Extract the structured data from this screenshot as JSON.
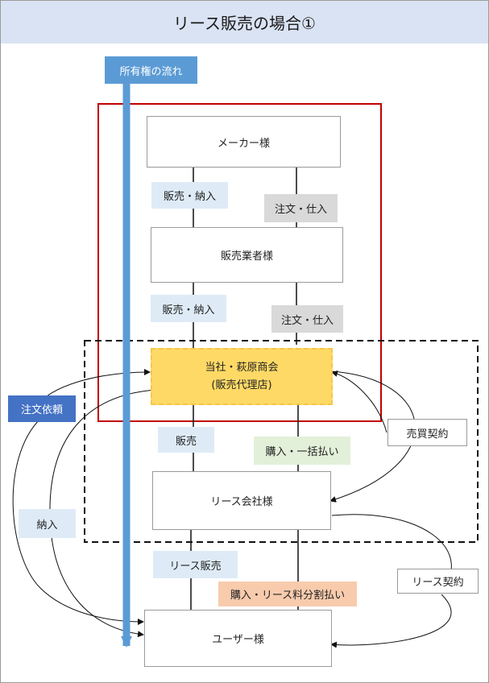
{
  "title": "リース販売の場合①",
  "colors": {
    "header_bg": "#dae3f3",
    "ownership_blue": "#5b9bd5",
    "order_request_bg": "#4472c4",
    "red_frame": "#c00000",
    "ours_fill": "#ffd966",
    "label_blue": "#deebf7",
    "label_gray": "#d9d9d9",
    "label_green": "#e2f0d9",
    "label_peach": "#f8cbad"
  },
  "ownership_flow": {
    "label": "所有権の流れ"
  },
  "nodes": {
    "maker": "メーカー様",
    "dealer": "販売業者様",
    "ours_name": "当社・萩原商会",
    "ours_role": "(販売代理店)",
    "leasing": "リース会社様",
    "user": "ユーザー様"
  },
  "labels": {
    "sale_delivery_1": "販売・納入",
    "order_purchase_1": "注文・仕入",
    "sale_delivery_2": "販売・納入",
    "order_purchase_2": "注文・仕入",
    "sale": "販売",
    "purchase_lump_sum": "購入・一括払い",
    "sales_contract": "売買契約",
    "order_request": "注文依頼",
    "delivery": "納入",
    "lease_sale": "リース販売",
    "purchase_lease_installments": "購入・リース料分割払い",
    "lease_contract": "リース契約"
  }
}
